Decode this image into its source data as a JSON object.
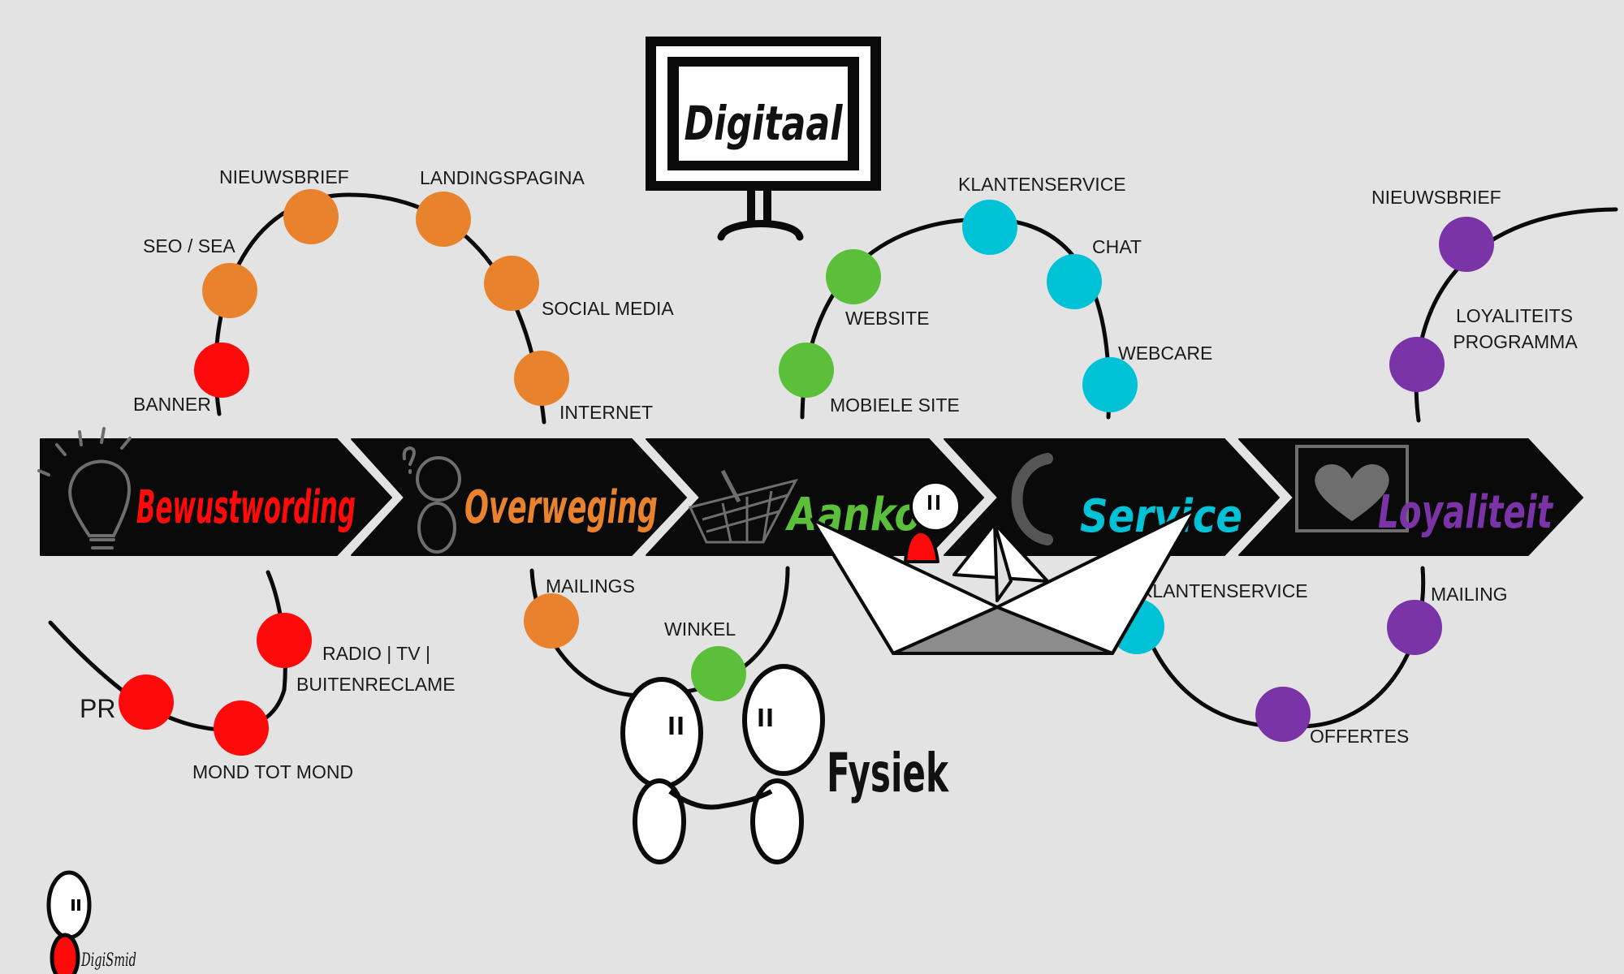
{
  "colors": {
    "background": "#e3e3e3",
    "arrow": "#0a0a0a",
    "bewustwording": "#ff0a0a",
    "overweging": "#e8822d",
    "aankoop": "#5bbf3a",
    "service": "#00c2d6",
    "loyaliteit": "#7b33a8"
  },
  "stages": [
    {
      "label": "Bewustwording",
      "icon": "lightbulb-icon"
    },
    {
      "label": "Overweging",
      "icon": "thinking-person-icon"
    },
    {
      "label": "Aankoop",
      "icon": "shopping-basket-icon"
    },
    {
      "label": "Service",
      "icon": "phone-icon"
    },
    {
      "label": "Loyaliteit",
      "icon": "heart-frame-icon"
    }
  ],
  "digital": {
    "title": "Digitaal",
    "bewustwording": [
      "BANNER",
      "SEO / SEA",
      "NIEUWSBRIEF"
    ],
    "overweging": [
      "LANDINGSPAGINA",
      "SOCIAL MEDIA",
      "INTERNET"
    ],
    "aankoop": [
      "MOBIELE SITE",
      "WEBSITE"
    ],
    "service": [
      "KLANTENSERVICE",
      "CHAT",
      "WEBCARE"
    ],
    "loyaliteit": [
      "NIEUWSBRIEF",
      "LOYALITEITS",
      "PROGRAMMA"
    ]
  },
  "physical": {
    "title": "Fysiek",
    "bewustwording": [
      "PR",
      "MOND TOT MOND",
      "RADIO | TV |",
      "BUITENRECLAME"
    ],
    "overweging": [
      "MAILINGS"
    ],
    "aankoop": [
      "WINKEL"
    ],
    "service": [
      "KLANTENSERVICE"
    ],
    "loyaliteit": [
      "OFFERTES",
      "MAILING"
    ]
  },
  "signature": "DigiSmid"
}
